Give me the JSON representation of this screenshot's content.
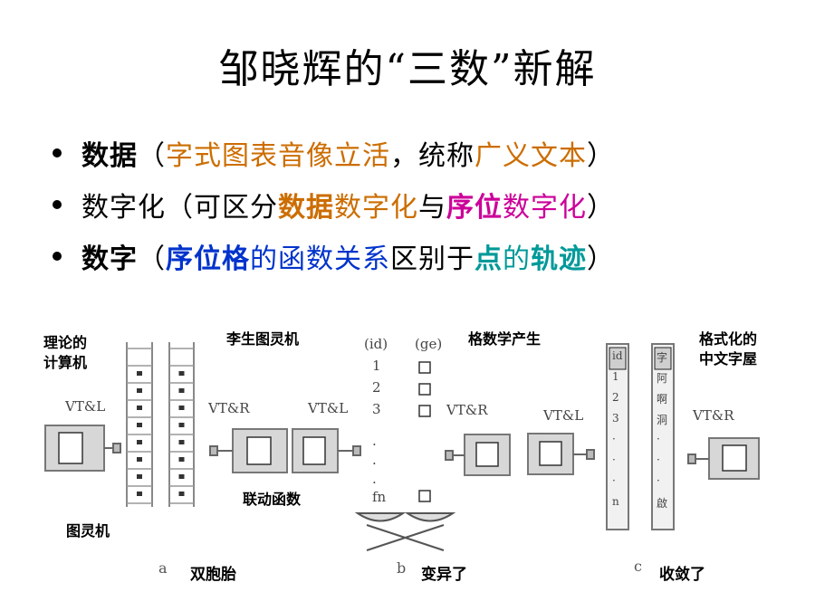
{
  "title": "邹晓辉的“三数”新解",
  "bullets": [
    [
      {
        "t": "数据",
        "c": "#000000",
        "b": true
      },
      {
        "t": "（",
        "c": "#000000"
      },
      {
        "t": "字式图表音像立活",
        "c": "#cc6d00"
      },
      {
        "t": "，统称",
        "c": "#000000"
      },
      {
        "t": "广义文本",
        "c": "#cc6d00"
      },
      {
        "t": "）",
        "c": "#000000"
      }
    ],
    [
      {
        "t": "数字化（可区分",
        "c": "#000000"
      },
      {
        "t": "数据",
        "c": "#cc6d00",
        "b": true
      },
      {
        "t": "数字化",
        "c": "#cc6d00"
      },
      {
        "t": "与",
        "c": "#000000"
      },
      {
        "t": "序位",
        "c": "#cc0099",
        "b": true
      },
      {
        "t": "数字化",
        "c": "#cc0099"
      },
      {
        "t": "）",
        "c": "#000000"
      }
    ],
    [
      {
        "t": "数字",
        "c": "#000000",
        "b": true
      },
      {
        "t": "（",
        "c": "#000000"
      },
      {
        "t": "序位格",
        "c": "#0033cc",
        "b": true
      },
      {
        "t": "的函数关系",
        "c": "#0033cc"
      },
      {
        "t": "区别于",
        "c": "#000000"
      },
      {
        "t": "点",
        "c": "#009999",
        "b": true
      },
      {
        "t": "的",
        "c": "#009999"
      },
      {
        "t": "轨迹",
        "c": "#009999",
        "b": true
      },
      {
        "t": "）",
        "c": "#000000"
      }
    ]
  ],
  "diagram": {
    "labels": {
      "theory": "理论的\n计算机",
      "li_sheng": "李生图灵机",
      "linked_func": "联动函数",
      "turing": "图灵机",
      "ge_sheng": "格数学产生",
      "formatted": "格式化的\n中文字屋"
    },
    "machines": {
      "vt_l_1": "VT&L",
      "vt_r_1": "VT&R",
      "vt_l_2": "VT&L",
      "vt_r_2": "VT&R",
      "vt_l_3": "VT&L",
      "vt_r_3": "VT&R"
    },
    "columns": {
      "id_header": "(id)",
      "ge_header": "(ge)",
      "id_values": [
        "1",
        "2",
        "3",
        "·",
        "·",
        "·",
        "fn"
      ]
    },
    "strips": {
      "left": [
        "id",
        "1",
        "2",
        "3",
        "·",
        "·",
        "·",
        "n"
      ],
      "right": [
        "字",
        "阿",
        "啊",
        "洞",
        "·",
        "·",
        "·",
        "啟"
      ]
    },
    "captions": {
      "a_letter": "a",
      "a_text": "双胞胎",
      "b_letter": "b",
      "b_text": "变异了",
      "c_letter": "c",
      "c_text": "收敛了"
    }
  }
}
